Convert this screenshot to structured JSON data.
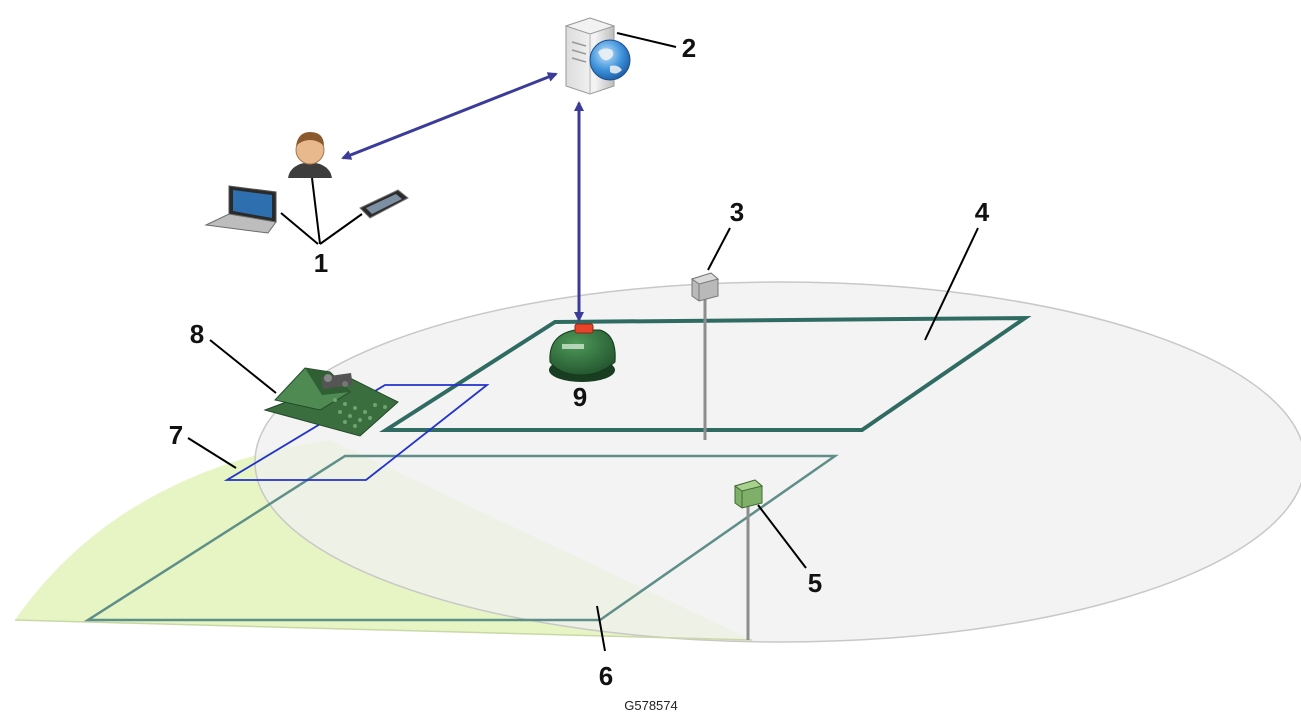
{
  "figure_id": "G578574",
  "callouts": {
    "c1": "1",
    "c2": "2",
    "c3": "3",
    "c4": "4",
    "c5": "5",
    "c6": "6",
    "c7": "7",
    "c8": "8",
    "c9": "9"
  },
  "colors": {
    "link_arrow": "#3b3b9a",
    "zone_ellipse_fill": "#efefef",
    "zone_ellipse_stroke": "#c8c8c8",
    "coverage_fill": "#e2f3b8",
    "wire_dark": "#2f6b62",
    "wire_light": "#5f8f88",
    "small_zone": "#2233cc",
    "mower_body": "#2e6b3a",
    "mower_button": "#e8442a",
    "beacon_gray": "#b9b9b9",
    "beacon_green": "#7fb06a"
  },
  "icons": {
    "server": "server-globe-icon",
    "user": "user-icon",
    "laptop": "laptop-icon",
    "phone": "smartphone-icon",
    "mower": "robotic-mower-icon",
    "station": "charging-station-icon"
  }
}
